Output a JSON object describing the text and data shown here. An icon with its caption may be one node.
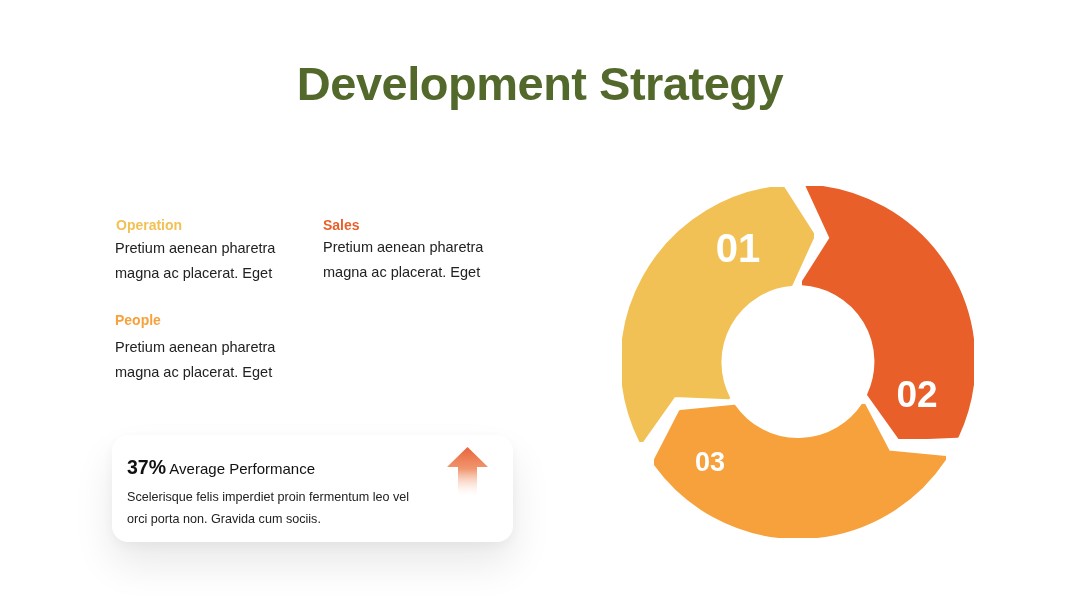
{
  "diagram": {
    "title": "Development Strategy",
    "nodes": [
      {
        "text": [
          "01"
        ]
      },
      {
        "text": [
          "02"
        ]
      },
      {
        "text": [
          "03"
        ]
      },
      {
        "text": [
          "**37%** Average Performance",
          "Scelerisque felis imperdiet proin fermentum leo vel orci porta non. Gravida cum sociis."
        ]
      }
    ],
    "labels": [
      "Operation",
      "Pretium aenean pharetra magna ac placerat. Eget",
      "Sales",
      "Pretium aenean pharetra magna ac placerat. Eget",
      "People",
      "Pretium aenean pharetra magna ac placerat. Eget"
    ]
  }
}
